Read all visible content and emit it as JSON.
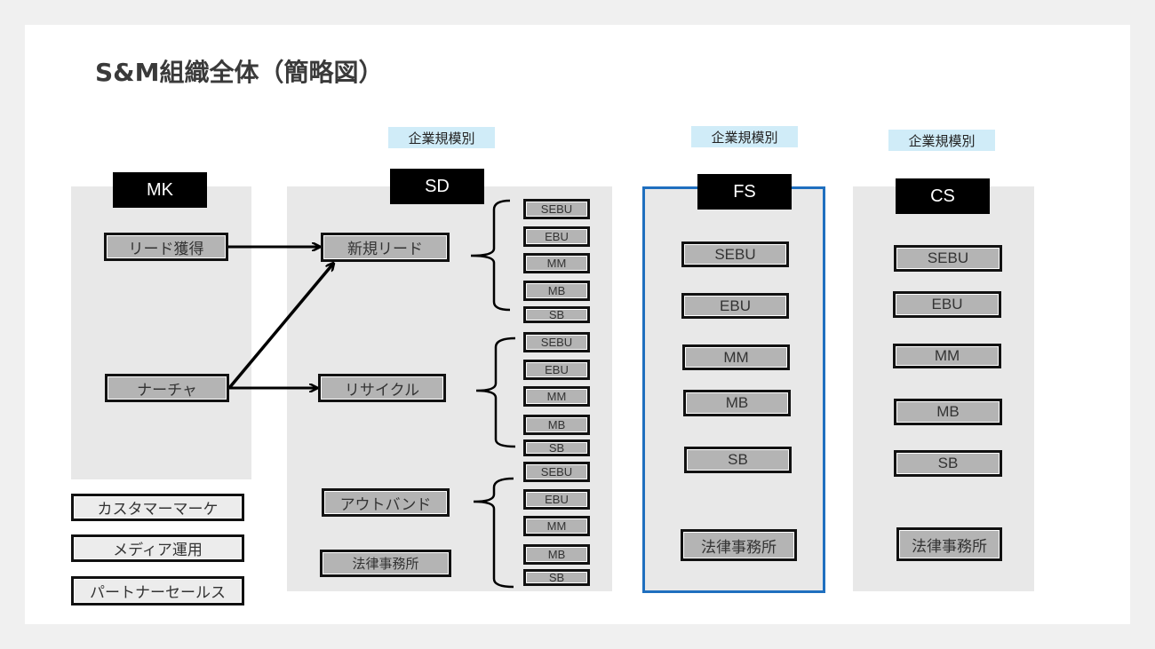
{
  "title": "S&M組織全体（簡略図）",
  "segment_tag": "企業規模別",
  "colors": {
    "fs_border": "#1f6fbf",
    "tag_bg": "#d0ecf8",
    "panel_bg": "#e8e8e8",
    "box_bg": "#b4b4b4"
  },
  "mk": {
    "header": "MK",
    "items": [
      "リード獲得",
      "ナーチャ"
    ],
    "outside_items": [
      "カスタマーマーケ",
      "メディア運用",
      "パートナーセールス"
    ]
  },
  "sd": {
    "header": "SD",
    "items": [
      "新規リード",
      "リサイクル",
      "アウトバンド",
      "法律事務所"
    ],
    "segments": [
      "SEBU",
      "EBU",
      "MM",
      "MB",
      "SB"
    ]
  },
  "fs": {
    "header": "FS",
    "segments": [
      "SEBU",
      "EBU",
      "MM",
      "MB",
      "SB"
    ],
    "extra": "法律事務所"
  },
  "cs": {
    "header": "CS",
    "segments": [
      "SEBU",
      "EBU",
      "MM",
      "MB",
      "SB"
    ],
    "extra": "法律事務所"
  },
  "connections": [
    {
      "from": "リード獲得",
      "to": "新規リード"
    },
    {
      "from": "ナーチャ",
      "to": "新規リード"
    },
    {
      "from": "ナーチャ",
      "to": "リサイクル"
    }
  ]
}
